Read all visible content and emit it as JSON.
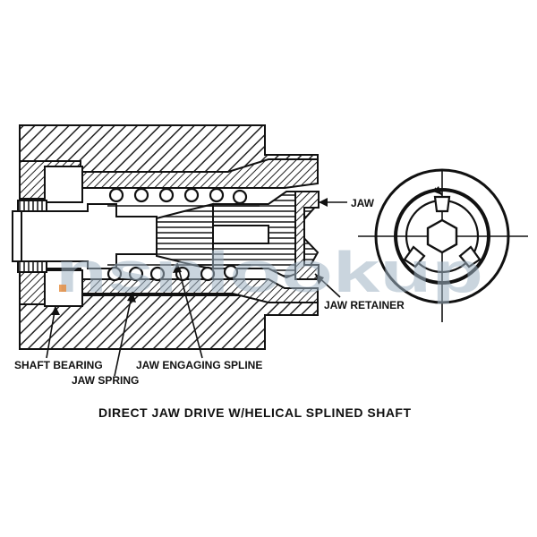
{
  "labels": {
    "jaw": "JAW",
    "jaw_retainer": "JAW RETAINER",
    "shaft_bearing": "SHAFT BEARING",
    "jaw_spring": "JAW SPRING",
    "jaw_engaging_spline": "JAW ENGAGING SPLINE"
  },
  "caption": "DIRECT JAW DRIVE W/HELICAL SPLINED SHAFT",
  "watermark": "nsnlookup",
  "colors": {
    "ink": "#111111",
    "hatch": "#222222",
    "watermark": "#9fb3c4",
    "watermark_accent": "#e58a3a"
  }
}
